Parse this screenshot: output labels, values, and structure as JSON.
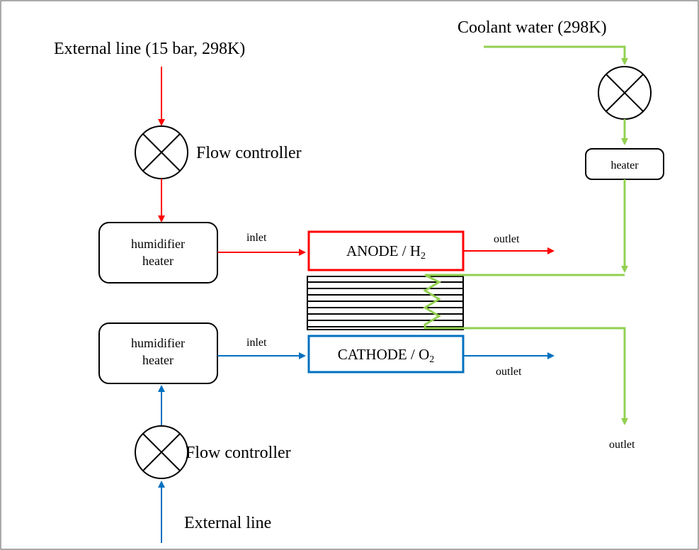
{
  "colors": {
    "anode_line": "#ff0000",
    "cathode_line": "#0070c0",
    "coolant_line": "#92d050",
    "box_border": "#000000"
  },
  "labels": {
    "external_line_top": "External line (15 bar, 298K)",
    "flow_controller_top": "Flow controller",
    "coolant_water": "Coolant water (298K)",
    "coolant_heater": "heater",
    "humidifier_top_line1": "humidifier",
    "humidifier_top_line2": "heater",
    "inlet_anode": "inlet",
    "anode": "ANODE / H",
    "anode_sub": "2",
    "outlet_anode": "outlet",
    "humidifier_bottom_line1": "humidifier",
    "humidifier_bottom_line2": "heater",
    "inlet_cathode": "inlet",
    "cathode": "CATHODE / O",
    "cathode_sub": "2",
    "outlet_cathode": "outlet",
    "outlet_coolant": "outlet",
    "flow_controller_bottom": "Flow controller",
    "external_line_bottom": "External line"
  },
  "icons": {
    "flow_controller": "valve-x-circle-icon",
    "coolant_valve": "valve-x-circle-icon"
  }
}
